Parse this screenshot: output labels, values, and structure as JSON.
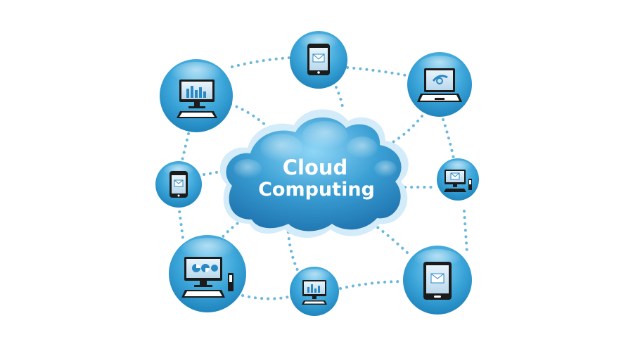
{
  "cloud": {
    "line1": "Cloud",
    "line2": "Computing"
  },
  "colors": {
    "connector": "#6db9dc",
    "node_fill": "#3a9fd1",
    "node_light": "#8fd3f0",
    "node_dark": "#1f7db3",
    "cloud_fill": "#3c9fd4",
    "cloud_light": "#9ad8f5",
    "cloud_outline": "#cde9f7",
    "device_dark": "#1b1b1b",
    "device_screen": "#cfe6f5"
  },
  "devices": [
    {
      "id": "desktop-top-left",
      "type": "desktop-chart-monitor"
    },
    {
      "id": "phone-top-center",
      "type": "smartphone-mail"
    },
    {
      "id": "laptop-top-right",
      "type": "laptop-logo"
    },
    {
      "id": "phone-middle-left",
      "type": "smartphone-mail"
    },
    {
      "id": "desktop-middle-right",
      "type": "small-desktop-mail"
    },
    {
      "id": "desktop-bottom-left",
      "type": "desktop-pie-monitor"
    },
    {
      "id": "desktop-bottom-center",
      "type": "small-desktop-chart"
    },
    {
      "id": "tablet-bottom-right",
      "type": "tablet-mail"
    }
  ]
}
